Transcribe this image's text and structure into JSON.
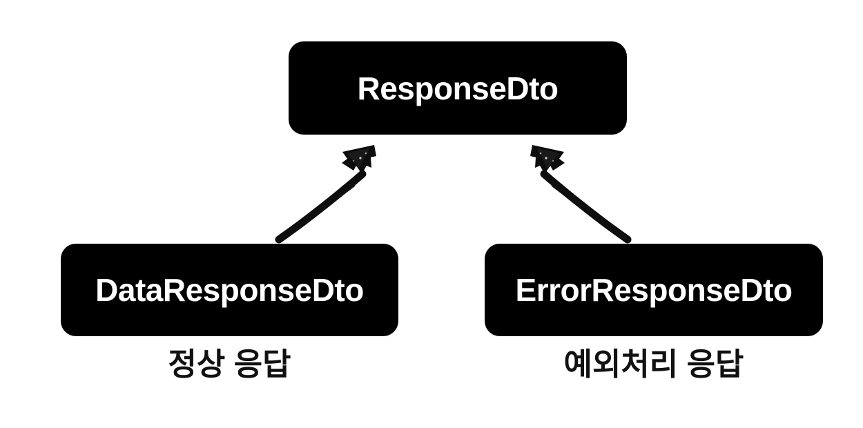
{
  "diagram": {
    "title": "ResponseDto class hierarchy",
    "background_color": "#ffffff",
    "node_fill_color": "#000000",
    "node_text_color": "#ffffff",
    "caption_text_color": "#111111",
    "nodes": [
      {
        "id": "response",
        "label": "ResponseDto",
        "role": "parent"
      },
      {
        "id": "data",
        "label": "DataResponseDto",
        "role": "child"
      },
      {
        "id": "error",
        "label": "ErrorResponseDto",
        "role": "child"
      }
    ],
    "captions": [
      {
        "for": "data",
        "label": "정상 응답"
      },
      {
        "for": "error",
        "label": "예외처리 응답"
      }
    ],
    "arrows": [
      {
        "id": "arrow-data-to-response",
        "from": "data",
        "to": "response",
        "direction": "up-right",
        "style": "hand-drawn",
        "head": "solid-triangle"
      },
      {
        "id": "arrow-error-to-response",
        "from": "error",
        "to": "response",
        "direction": "up-left",
        "style": "hand-drawn",
        "head": "solid-triangle"
      }
    ]
  }
}
